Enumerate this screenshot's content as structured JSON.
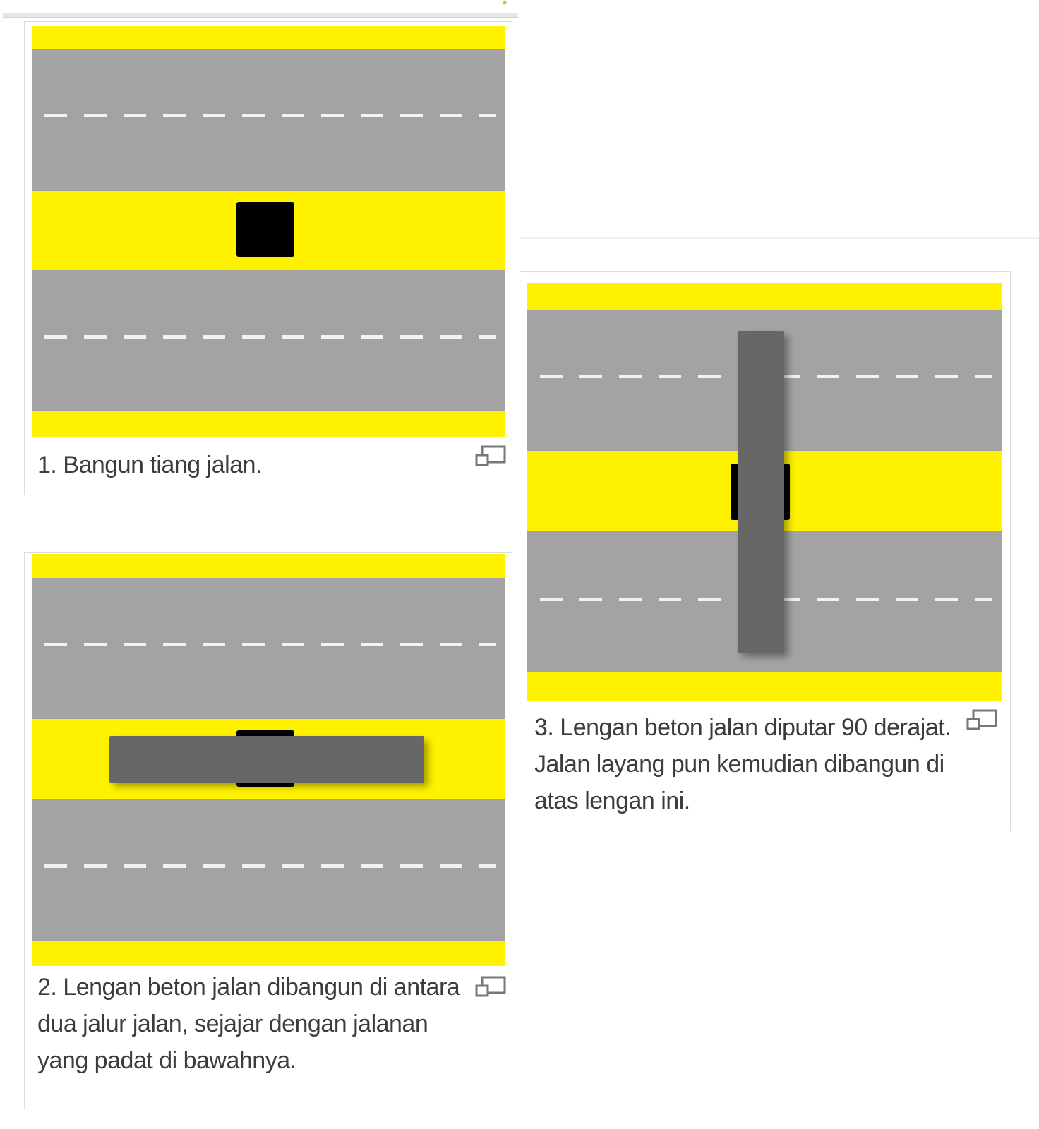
{
  "colors": {
    "yellow": "#fff200",
    "road": "#a3a3a3",
    "dash": "#f2f2f2",
    "pillar": "#000000",
    "beam": "#676767"
  },
  "steps": [
    {
      "caption": "1. Bangun tiang jalan."
    },
    {
      "caption": "2. Lengan beton jalan dibangun di antara dua jalur jalan, sejajar dengan jalanan yang padat di bawahnya."
    },
    {
      "caption": "3. Lengan beton jalan diputar 90 derajat. Jalan layang pun kemudian dibangun di atas lengan ini."
    }
  ],
  "icons": {
    "enlarge": "enlarge-icon"
  }
}
